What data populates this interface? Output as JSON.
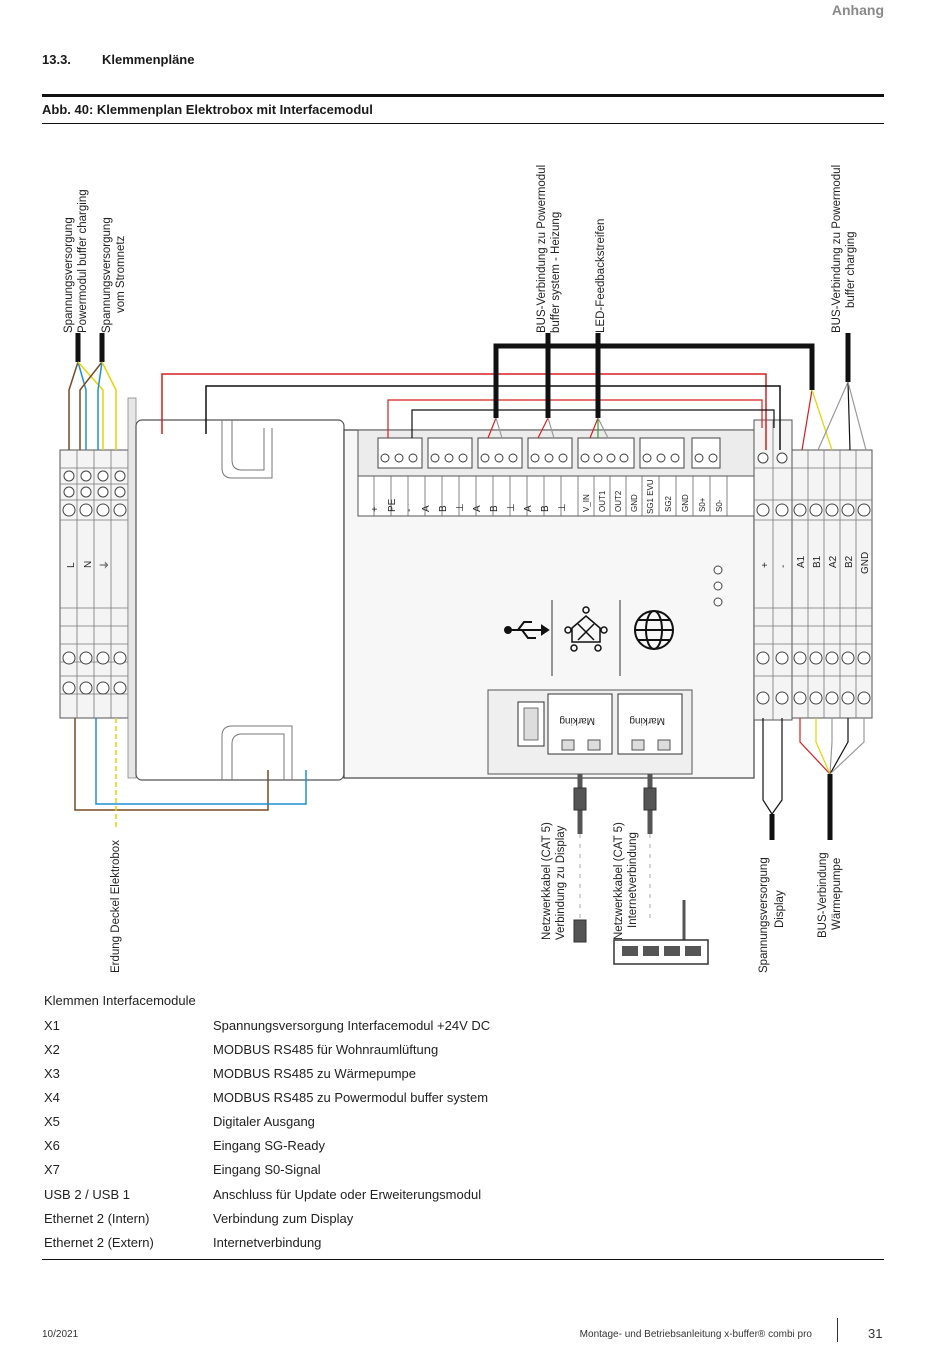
{
  "header": {
    "section_right": "Anhang"
  },
  "section": {
    "number": "13.3.",
    "title": "Klemmenpläne"
  },
  "figure": {
    "title": "Abb. 40: Klemmenplan Elektrobox mit Interfacemodul",
    "labels": {
      "supply_powermodul_1": "Spannungsversorgung",
      "supply_powermodul_2": "Powermodul buffer charging",
      "supply_grid_1": "Spannungsversorgung",
      "supply_grid_2": "vom Stromnetz",
      "bus_heating_1": "BUS-Verbindung zu Powermodul",
      "bus_heating_2": "buffer system - Heizung",
      "led_strip": "LED-Feedbackstreifen",
      "bus_charging_1": "BUS-Verbindung zu Powermodul",
      "bus_charging_2": "buffer charging",
      "ground": "Erdung Deckel Elektrobox",
      "net_display_1": "Netzwerkkabel (CAT 5)",
      "net_display_2": "Verbindung zu Display",
      "net_internet_1": "Netzwerkkabel (CAT 5)",
      "net_internet_2": "Internetverbindung",
      "display_supply_1": "Spannungsversorgung",
      "display_supply_2": "Display",
      "bus_heatpump_1": "BUS-Verbindung",
      "bus_heatpump_2": "Wärmepumpe",
      "marking_1": "Marking",
      "marking_2": "Marking"
    },
    "left_terminals": [
      "L",
      "N",
      "⏚"
    ],
    "right_terminals": [
      "+",
      "-",
      "A1",
      "B1",
      "A2",
      "B2",
      "GND"
    ],
    "module_terminals": [
      "+",
      "PE",
      "-",
      "A",
      "B",
      "⊥",
      "A",
      "B",
      "⊥",
      "A",
      "B",
      "⊥",
      "V_IN",
      "OUT1",
      "OUT2",
      "GND",
      "SG1 EVU",
      "SG2",
      "GND",
      "S0+",
      "S0-"
    ]
  },
  "legend": {
    "heading": "Klemmen Interfacemodule",
    "rows": [
      {
        "key": "X1",
        "value": "Spannungsversorgung Interfacemodul +24V DC"
      },
      {
        "key": "X2",
        "value": "MODBUS RS485 für Wohnraumlüftung"
      },
      {
        "key": "X3",
        "value": "MODBUS RS485 zu Wärmepumpe"
      },
      {
        "key": "X4",
        "value": "MODBUS RS485 zu Powermodul buffer system"
      },
      {
        "key": "X5",
        "value": "Digitaler Ausgang"
      },
      {
        "key": "X6",
        "value": "Eingang SG-Ready"
      },
      {
        "key": "X7",
        "value": "Eingang S0-Signal"
      },
      {
        "key": "USB 2 / USB 1",
        "value": "Anschluss für Update oder Erweiterungsmodul"
      },
      {
        "key": "Ethernet 2 (Intern)",
        "value": "Verbindung zum Display"
      },
      {
        "key": "Ethernet 2 (Extern)",
        "value": "Internetverbindung"
      }
    ]
  },
  "footer": {
    "date": "10/2021",
    "manual": "Montage- und Betriebsanleitung x-buffer® combi pro",
    "page": "31"
  },
  "colors": {
    "brown": "#7a4a22",
    "blue": "#1e90d6",
    "yellow": "#e8d200",
    "red": "#d81e1e",
    "black": "#111111",
    "grey": "#9a9a9a",
    "green": "#2aa02a"
  }
}
